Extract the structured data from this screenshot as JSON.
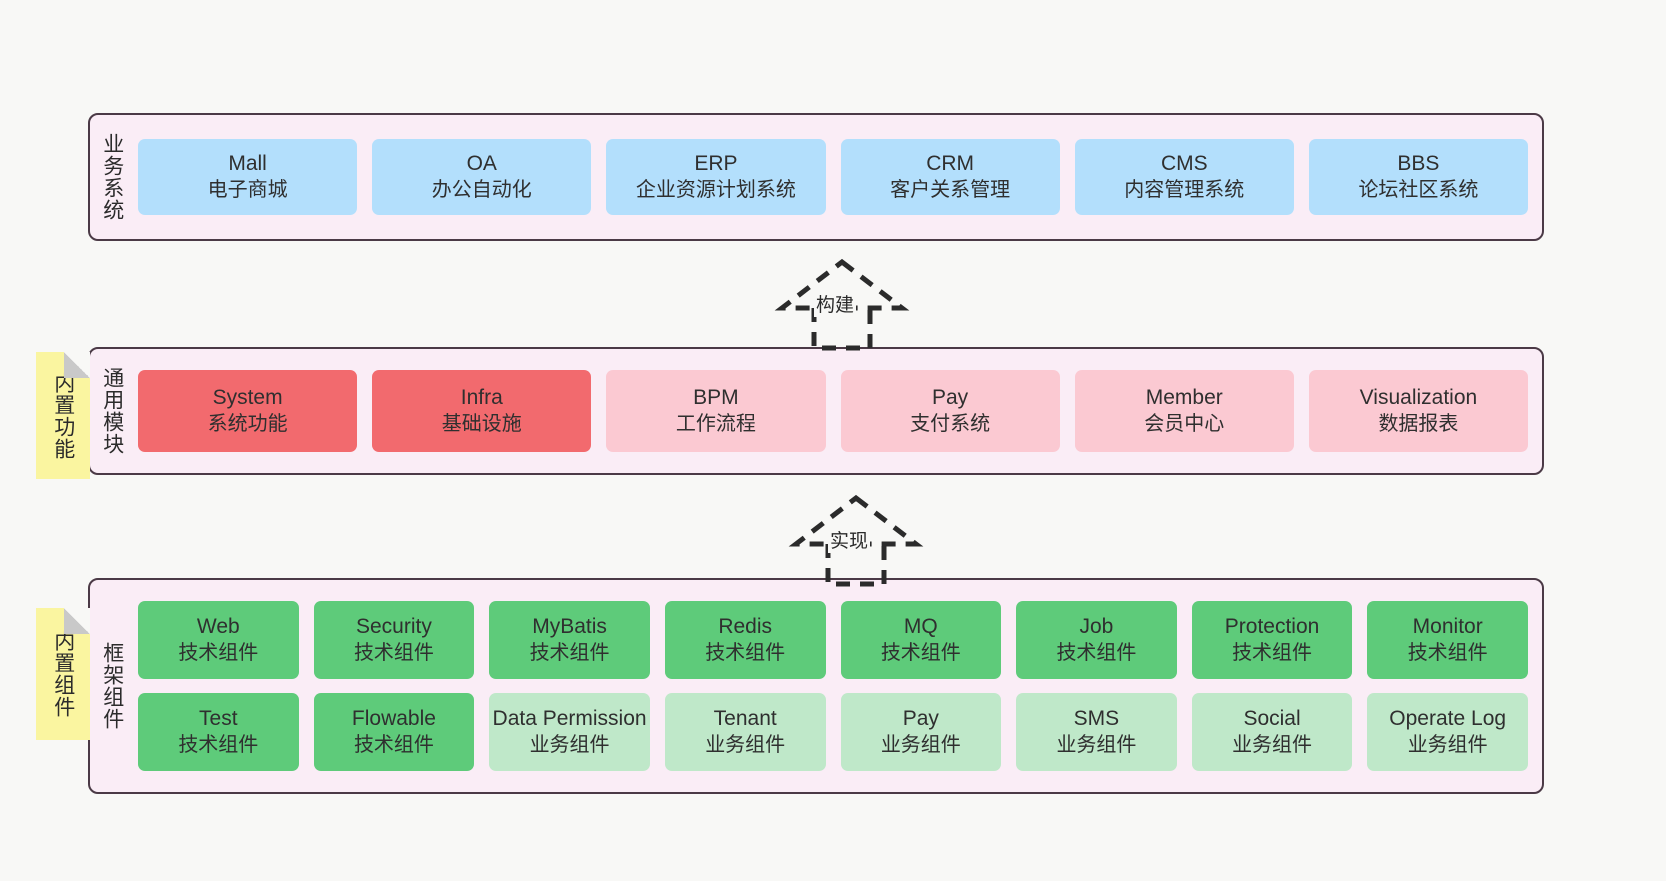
{
  "diagram": {
    "title_layers": {
      "business": "业务系统",
      "modules": "通用模块",
      "framework": "框架组件"
    },
    "sticky_notes": {
      "modules": "内置功能",
      "framework": "内置组件"
    },
    "connectors": [
      {
        "name": "build",
        "label": "构建",
        "style": "dashed-hollow-triangle-up"
      },
      {
        "name": "implement",
        "label": "实现",
        "style": "dashed-hollow-triangle-up"
      }
    ],
    "colors": {
      "layer_bg": "#faedf6",
      "layer_border": "#4b3a46",
      "business_card": "#b3dffc",
      "module_strong": "#f26a6e",
      "module_light": "#fbc9d2",
      "framework_tech": "#5ecb7a",
      "framework_business": "#bfe8c9",
      "sticky": "#faf5a0",
      "canvas": "#f8f8f6"
    }
  },
  "business_systems": [
    {
      "name": "Mall",
      "desc": "电子商城"
    },
    {
      "name": "OA",
      "desc": "办公自动化"
    },
    {
      "name": "ERP",
      "desc": "企业资源计划系统"
    },
    {
      "name": "CRM",
      "desc": "客户关系管理"
    },
    {
      "name": "CMS",
      "desc": "内容管理系统"
    },
    {
      "name": "BBS",
      "desc": "论坛社区系统"
    }
  ],
  "common_modules": [
    {
      "name": "System",
      "desc": "系统功能",
      "emphasis": "strong"
    },
    {
      "name": "Infra",
      "desc": "基础设施",
      "emphasis": "strong"
    },
    {
      "name": "BPM",
      "desc": "工作流程",
      "emphasis": "light"
    },
    {
      "name": "Pay",
      "desc": "支付系统",
      "emphasis": "light"
    },
    {
      "name": "Member",
      "desc": "会员中心",
      "emphasis": "light"
    },
    {
      "name": "Visualization",
      "desc": "数据报表",
      "emphasis": "light"
    }
  ],
  "framework_components_row1": [
    {
      "name": "Web",
      "desc": "技术组件",
      "kind": "tech"
    },
    {
      "name": "Security",
      "desc": "技术组件",
      "kind": "tech"
    },
    {
      "name": "MyBatis",
      "desc": "技术组件",
      "kind": "tech"
    },
    {
      "name": "Redis",
      "desc": "技术组件",
      "kind": "tech"
    },
    {
      "name": "MQ",
      "desc": "技术组件",
      "kind": "tech"
    },
    {
      "name": "Job",
      "desc": "技术组件",
      "kind": "tech"
    },
    {
      "name": "Protection",
      "desc": "技术组件",
      "kind": "tech"
    },
    {
      "name": "Monitor",
      "desc": "技术组件",
      "kind": "tech"
    }
  ],
  "framework_components_row2": [
    {
      "name": "Test",
      "desc": "技术组件",
      "kind": "tech"
    },
    {
      "name": "Flowable",
      "desc": "技术组件",
      "kind": "tech"
    },
    {
      "name": "Data Permission",
      "desc": "业务组件",
      "kind": "business"
    },
    {
      "name": "Tenant",
      "desc": "业务组件",
      "kind": "business"
    },
    {
      "name": "Pay",
      "desc": "业务组件",
      "kind": "business"
    },
    {
      "name": "SMS",
      "desc": "业务组件",
      "kind": "business"
    },
    {
      "name": "Social",
      "desc": "业务组件",
      "kind": "business"
    },
    {
      "name": "Operate Log",
      "desc": "业务组件",
      "kind": "business"
    }
  ]
}
